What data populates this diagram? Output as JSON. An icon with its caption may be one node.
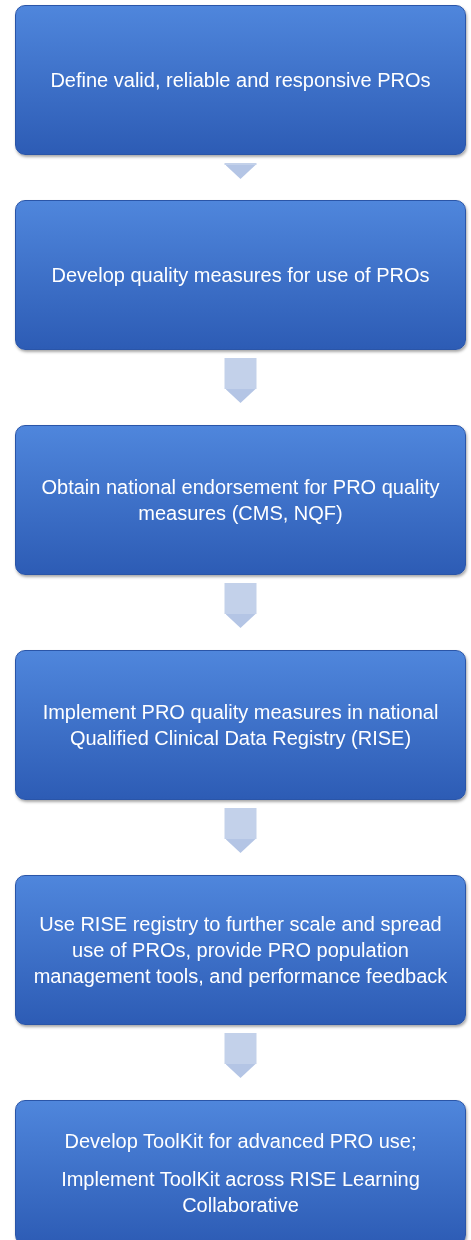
{
  "diagram": {
    "nodes": [
      {
        "text": [
          "Define valid, reliable and responsive PROs"
        ]
      },
      {
        "text": [
          "Develop quality measures for use of PROs"
        ]
      },
      {
        "text": [
          "Obtain national endorsement for PRO quality measures (CMS, NQF)"
        ]
      },
      {
        "text": [
          "Implement PRO quality measures in national Qualified Clinical Data Registry (RISE)"
        ]
      },
      {
        "text": [
          "Use RISE registry to further scale and spread use of PROs, provide PRO population management tools, and performance feedback"
        ]
      },
      {
        "text": [
          "Develop ToolKit for advanced PRO use;",
          "Implement ToolKit across RISE Learning Collaborative"
        ]
      }
    ],
    "edges": [
      {
        "from": 0,
        "to": 1,
        "arrow": "to"
      },
      {
        "from": 1,
        "to": 2,
        "arrow": "to"
      },
      {
        "from": 2,
        "to": 3,
        "arrow": "to"
      },
      {
        "from": 3,
        "to": 4,
        "arrow": "to"
      },
      {
        "from": 4,
        "to": 5,
        "arrow": "to"
      }
    ]
  }
}
